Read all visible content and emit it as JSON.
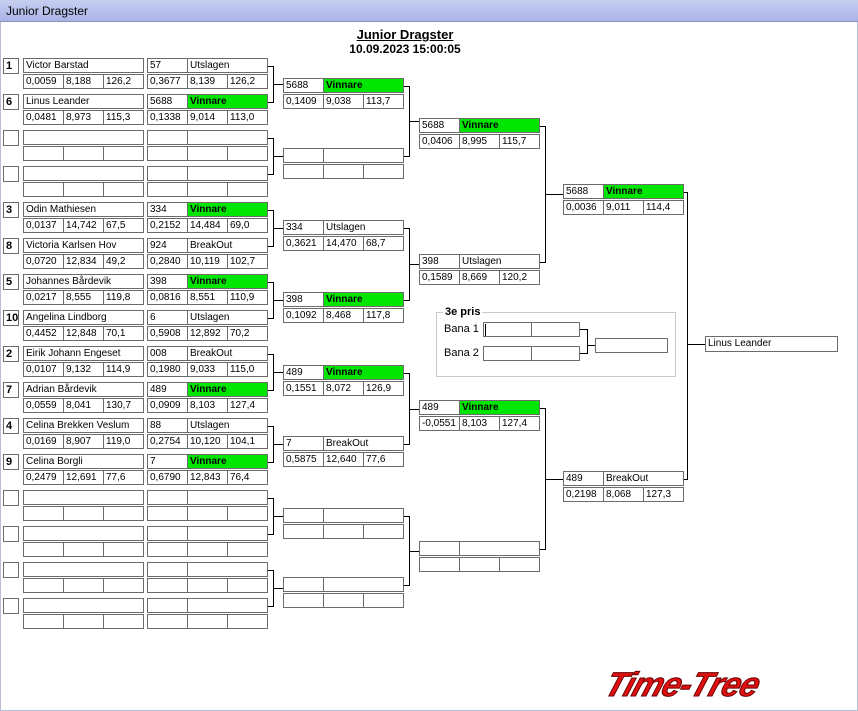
{
  "window": {
    "title": "Junior Dragster"
  },
  "event": {
    "title": "Junior Dragster",
    "datetime": "10.09.2023 15:00:05"
  },
  "round1": [
    {
      "seed": "1",
      "name": "Victor Barstad",
      "rt": "0,0059",
      "et": "8,188",
      "speed": "126,2",
      "num": "57",
      "status": "Utslagen",
      "rt2": "0,3677",
      "et2": "8,139",
      "speed2": "126,2"
    },
    {
      "seed": "6",
      "name": "Linus Leander",
      "rt": "0,0481",
      "et": "8,973",
      "speed": "115,3",
      "num": "5688",
      "status": "Vinnare",
      "rt2": "0,1338",
      "et2": "9,014",
      "speed2": "113,0"
    },
    {
      "seed": "3",
      "name": "Odin Mathiesen",
      "rt": "0,0137",
      "et": "14,742",
      "speed": "67,5",
      "num": "334",
      "status": "Vinnare",
      "rt2": "0,2152",
      "et2": "14,484",
      "speed2": "69,0"
    },
    {
      "seed": "8",
      "name": "Victoria Karlsen Hov",
      "rt": "0,0720",
      "et": "12,834",
      "speed": "49,2",
      "num": "924",
      "status": "BreakOut",
      "rt2": "0,2840",
      "et2": "10,119",
      "speed2": "102,7"
    },
    {
      "seed": "5",
      "name": "Johannes Bårdevik",
      "rt": "0,0217",
      "et": "8,555",
      "speed": "119,8",
      "num": "398",
      "status": "Vinnare",
      "rt2": "0,0816",
      "et2": "8,551",
      "speed2": "110,9"
    },
    {
      "seed": "10",
      "name": "Angelina Lindborg",
      "rt": "0,4452",
      "et": "12,848",
      "speed": "70,1",
      "num": "6",
      "status": "Utslagen",
      "rt2": "0,5908",
      "et2": "12,892",
      "speed2": "70,2"
    },
    {
      "seed": "2",
      "name": "Eirik Johann Engeset",
      "rt": "0,0107",
      "et": "9,132",
      "speed": "114,9",
      "num": "008",
      "status": "BreakOut",
      "rt2": "0,1980",
      "et2": "9,033",
      "speed2": "115,0"
    },
    {
      "seed": "7",
      "name": "Adrian Bårdevik",
      "rt": "0,0559",
      "et": "8,041",
      "speed": "130,7",
      "num": "489",
      "status": "Vinnare",
      "rt2": "0,0909",
      "et2": "8,103",
      "speed2": "127,4"
    },
    {
      "seed": "4",
      "name": "Celina Brekken Veslum",
      "rt": "0,0169",
      "et": "8,907",
      "speed": "119,0",
      "num": "88",
      "status": "Utslagen",
      "rt2": "0,2754",
      "et2": "10,120",
      "speed2": "104,1"
    },
    {
      "seed": "9",
      "name": "Celina Borgli",
      "rt": "0,2479",
      "et": "12,691",
      "speed": "77,6",
      "num": "7",
      "status": "Vinnare",
      "rt2": "0,6790",
      "et2": "12,843",
      "speed2": "76,4"
    }
  ],
  "round2": [
    {
      "num": "5688",
      "status": "Vinnare",
      "rt": "0,1409",
      "et": "9,038",
      "speed": "113,7"
    },
    {
      "num": "334",
      "status": "Utslagen",
      "rt": "0,3621",
      "et": "14,470",
      "speed": "68,7"
    },
    {
      "num": "398",
      "status": "Vinnare",
      "rt": "0,1092",
      "et": "8,468",
      "speed": "117,8"
    },
    {
      "num": "489",
      "status": "Vinnare",
      "rt": "0,1551",
      "et": "8,072",
      "speed": "126,9"
    },
    {
      "num": "7",
      "status": "BreakOut",
      "rt": "0,5875",
      "et": "12,640",
      "speed": "77,6"
    }
  ],
  "round3": [
    {
      "num": "5688",
      "status": "Vinnare",
      "rt": "0,0406",
      "et": "8,995",
      "speed": "115,7"
    },
    {
      "num": "398",
      "status": "Utslagen",
      "rt": "0,1589",
      "et": "8,669",
      "speed": "120,2"
    },
    {
      "num": "489",
      "status": "Vinnare",
      "rt": "-0,0551",
      "et": "8,103",
      "speed": "127,4"
    }
  ],
  "semis": [
    {
      "num": "5688",
      "status": "Vinnare",
      "rt": "0,0036",
      "et": "9,011",
      "speed": "114,4"
    },
    {
      "num": "489",
      "status": "BreakOut",
      "rt": "0,2198",
      "et": "8,068",
      "speed": "127,3"
    }
  ],
  "winner": "Linus Leander",
  "bronze": {
    "title": "3e pris",
    "lane1": "Bana 1",
    "lane2": "Bana 2"
  },
  "logo": "Time-Tree",
  "colors": {
    "winner_bg": "#00e600",
    "titlebar": "#aab4e6",
    "logo": "#e01010"
  }
}
